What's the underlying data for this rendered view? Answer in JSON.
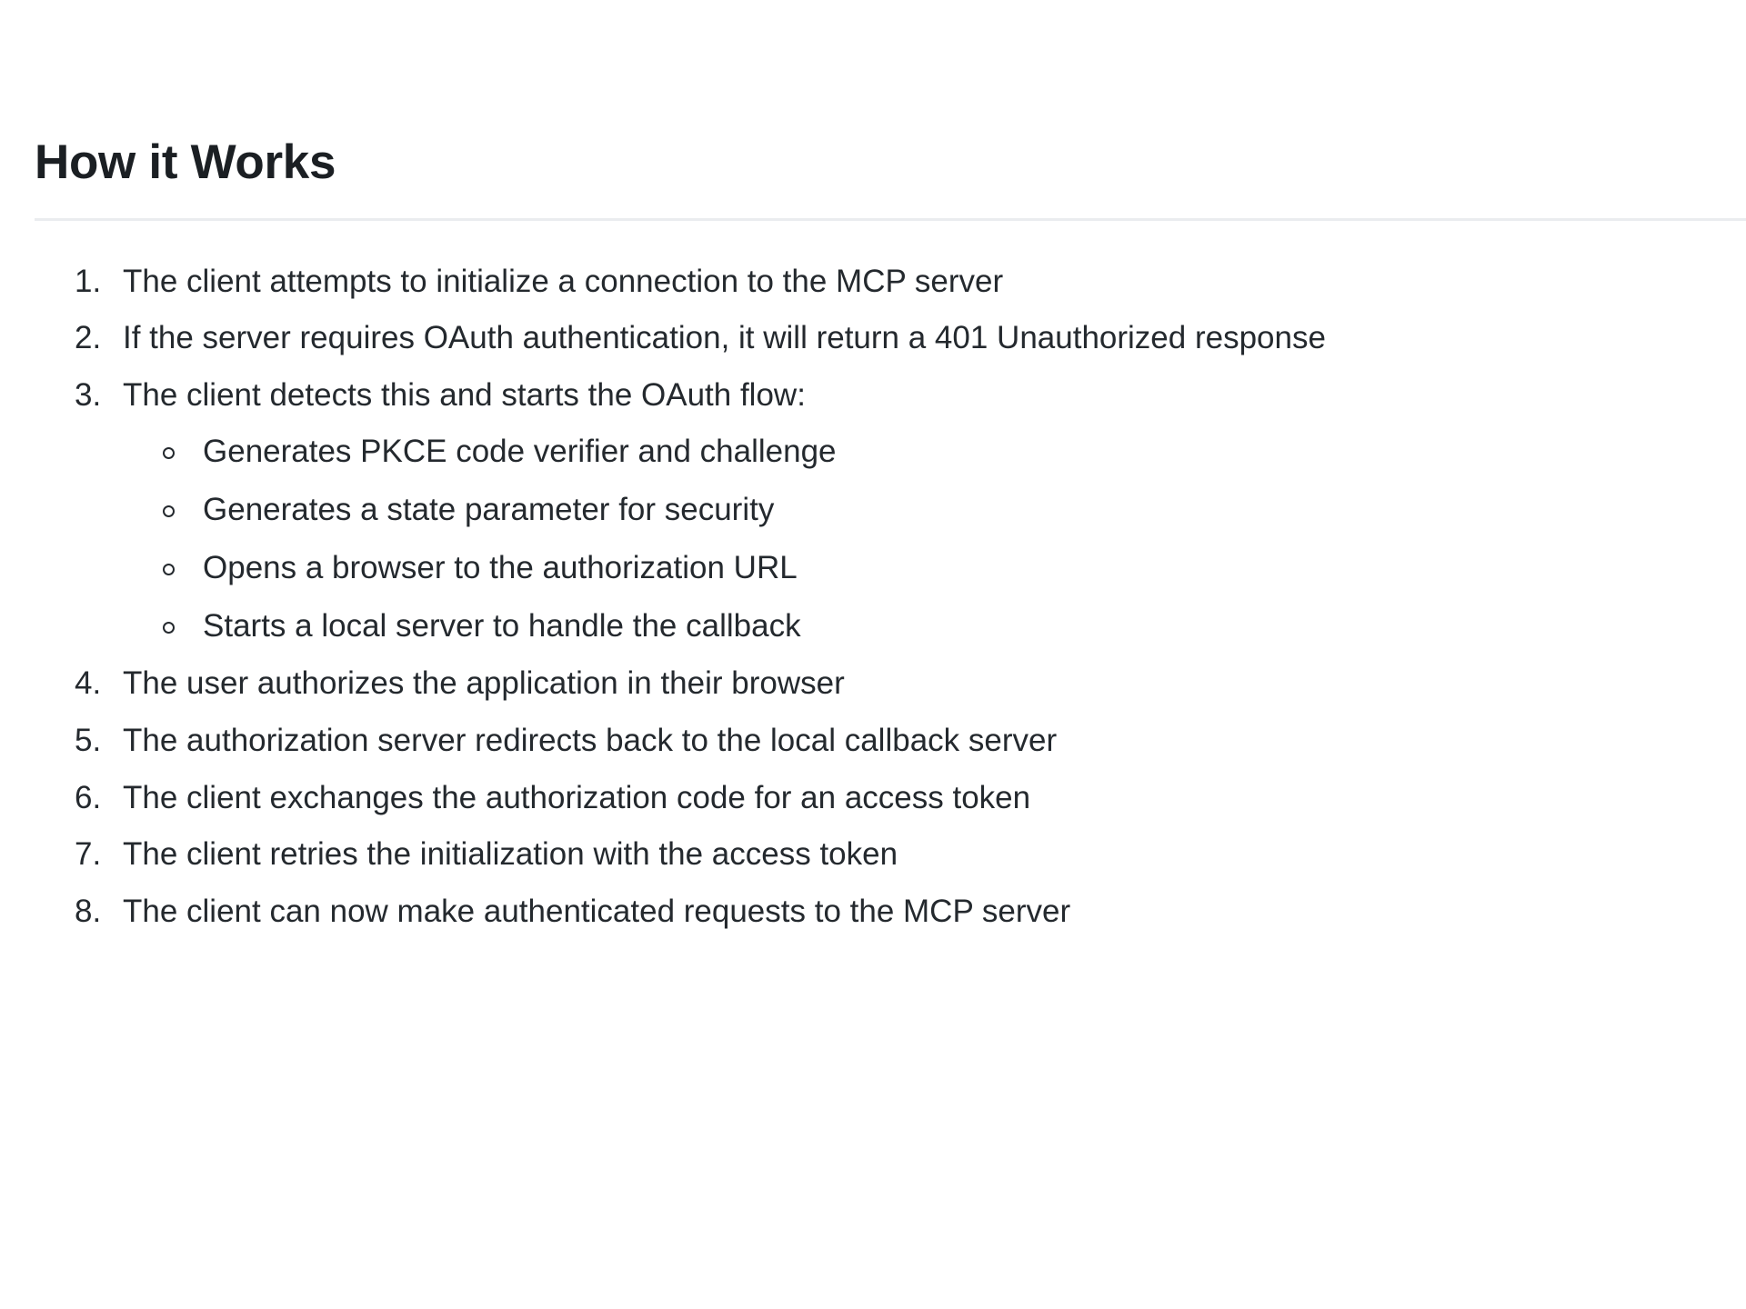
{
  "document": {
    "heading": "How it Works",
    "colors": {
      "background": "#ffffff",
      "text": "#24292e",
      "heading": "#1b1f23",
      "rule": "#eaecef"
    },
    "steps": [
      {
        "marker": "1.",
        "text": "The client attempts to initialize a connection to the MCP server",
        "substeps": []
      },
      {
        "marker": "2.",
        "text": "If the server requires OAuth authentication, it will return a 401 Unauthorized response",
        "substeps": []
      },
      {
        "marker": "3.",
        "text": "The client detects this and starts the OAuth flow:",
        "substeps": [
          "Generates PKCE code verifier and challenge",
          "Generates a state parameter for security",
          "Opens a browser to the authorization URL",
          "Starts a local server to handle the callback"
        ]
      },
      {
        "marker": "4.",
        "text": "The user authorizes the application in their browser",
        "substeps": []
      },
      {
        "marker": "5.",
        "text": "The authorization server redirects back to the local callback server",
        "substeps": []
      },
      {
        "marker": "6.",
        "text": "The client exchanges the authorization code for an access token",
        "substeps": []
      },
      {
        "marker": "7.",
        "text": "The client retries the initialization with the access token",
        "substeps": []
      },
      {
        "marker": "8.",
        "text": "The client can now make authenticated requests to the MCP server",
        "substeps": []
      }
    ]
  }
}
